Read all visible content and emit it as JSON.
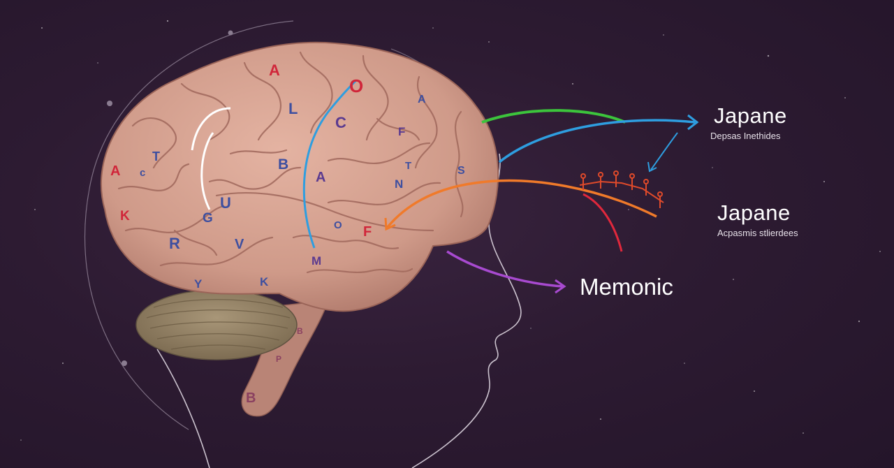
{
  "labels": {
    "japane_1": "Japane",
    "japane_1_sub": "Depsas Inethides",
    "japane_2": "Japane",
    "japane_2_sub": "Acpasmis stlierdees",
    "memonic": "Memonic"
  },
  "brain_letters": [
    {
      "id": "a1",
      "text": "A",
      "color": "#d0263a"
    },
    {
      "id": "o1",
      "text": "O",
      "color": "#d0263a"
    },
    {
      "id": "l1",
      "text": "L",
      "color": "#3d4fa0"
    },
    {
      "id": "c1",
      "text": "C",
      "color": "#5a3a90"
    },
    {
      "id": "a2",
      "text": "A",
      "color": "#3d4fa0"
    },
    {
      "id": "f1",
      "text": "F",
      "color": "#5a3a90"
    },
    {
      "id": "t1",
      "text": "T",
      "color": "#3d4fa0"
    },
    {
      "id": "c2",
      "text": "c",
      "color": "#3d4fa0"
    },
    {
      "id": "a3",
      "text": "A",
      "color": "#d0263a"
    },
    {
      "id": "b1",
      "text": "B",
      "color": "#3d4fa0"
    },
    {
      "id": "a4",
      "text": "A",
      "color": "#5a3a90"
    },
    {
      "id": "n1",
      "text": "N",
      "color": "#3d4fa0"
    },
    {
      "id": "s1",
      "text": "S",
      "color": "#3d4fa0"
    },
    {
      "id": "t2",
      "text": "T",
      "color": "#3d4fa0"
    },
    {
      "id": "u1",
      "text": "U",
      "color": "#3d4fa0"
    },
    {
      "id": "k1",
      "text": "K",
      "color": "#d0263a"
    },
    {
      "id": "g1",
      "text": "G",
      "color": "#3d4fa0"
    },
    {
      "id": "o2",
      "text": "O",
      "color": "#3d4fa0"
    },
    {
      "id": "f2",
      "text": "F",
      "color": "#d0263a"
    },
    {
      "id": "r1",
      "text": "R",
      "color": "#3d4fa0"
    },
    {
      "id": "v1",
      "text": "V",
      "color": "#3d4fa0"
    },
    {
      "id": "m1",
      "text": "M",
      "color": "#5a3a90"
    },
    {
      "id": "y1",
      "text": "Y",
      "color": "#3d4fa0"
    },
    {
      "id": "k2",
      "text": "K",
      "color": "#3d4fa0"
    },
    {
      "id": "b2",
      "text": "B",
      "color": "#8a4060"
    },
    {
      "id": "p1",
      "text": "P",
      "color": "#8a4060"
    },
    {
      "id": "b3",
      "text": "B",
      "color": "#8a4060"
    }
  ],
  "colors": {
    "background": "#2a1a2e",
    "brain": "#d9a593",
    "brain_fold": "#a86e62",
    "cerebellum": "#9c8a6e",
    "green_arrow": "#3cc43c",
    "blue_arrow": "#2e9ee0",
    "orange_arrow": "#f07a2a",
    "red_arrow": "#e0283c",
    "purple_arrow": "#a84ad0"
  }
}
